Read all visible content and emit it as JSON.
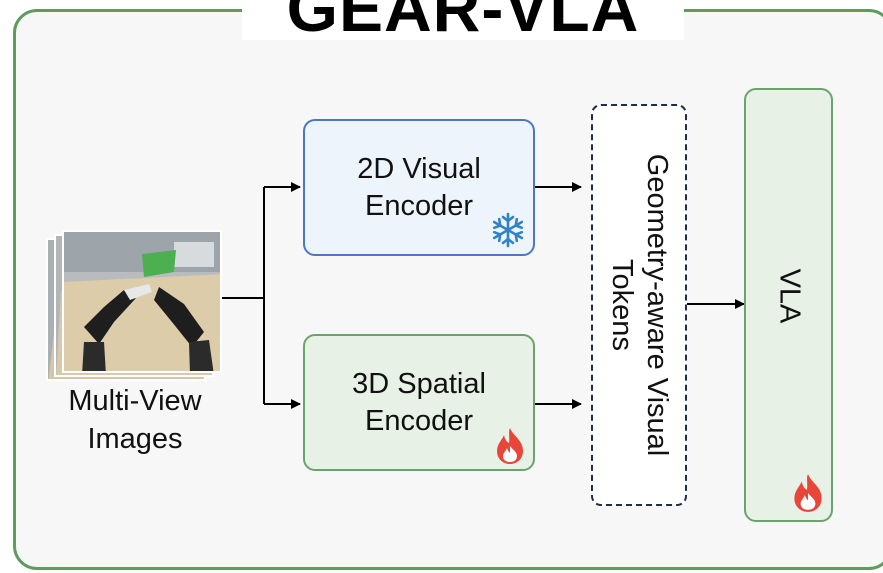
{
  "title": "GEAR-VLA",
  "input": {
    "caption_line1": "Multi-View",
    "caption_line2": "Images"
  },
  "encoders": {
    "visual_2d": {
      "line1": "2D Visual",
      "line2": "Encoder",
      "status_icon": "snowflake-icon"
    },
    "spatial_3d": {
      "line1": "3D Spatial",
      "line2": "Encoder",
      "status_icon": "fire-icon"
    }
  },
  "tokens": {
    "label": "Geometry-aware Visual Tokens",
    "line1": "Geometry-aware Visual",
    "line2": "Tokens"
  },
  "vla": {
    "label": "VLA",
    "status_icon": "fire-icon"
  },
  "colors": {
    "frame": "#5d9b5f",
    "visual_border": "#4a78c4",
    "visual_fill": "#eef4fb",
    "spatial_border": "#6aa36c",
    "spatial_fill": "#e7f1e6",
    "snowflake": "#2f84c6",
    "fire": "#e8463a"
  }
}
